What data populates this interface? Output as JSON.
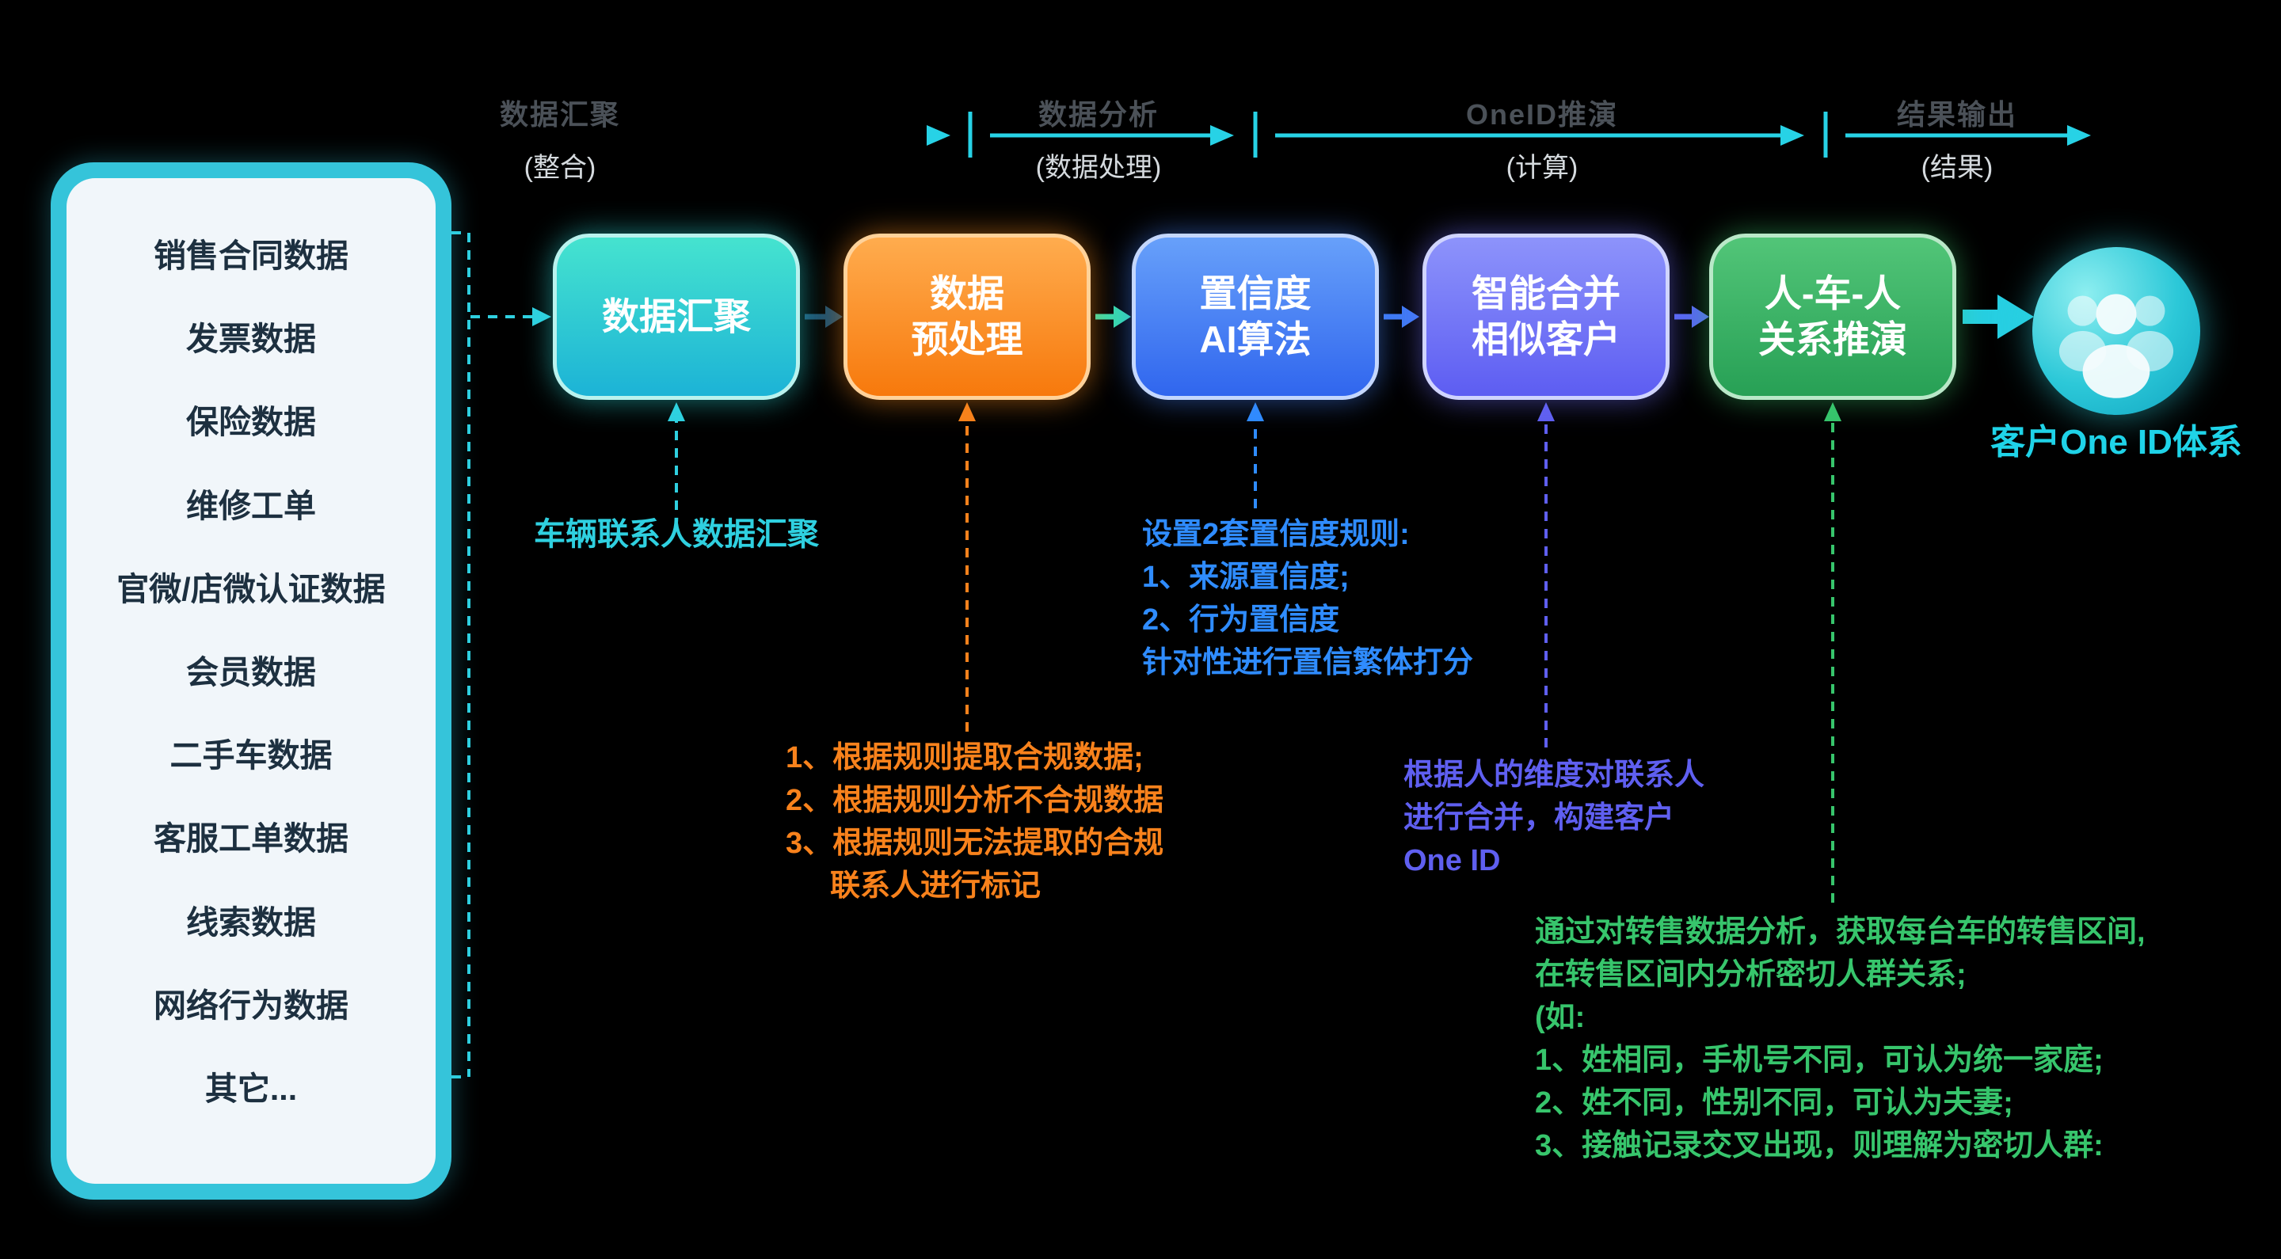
{
  "timeline": {
    "phases": [
      {
        "label": "数据汇聚",
        "sublabel": "(整合)"
      },
      {
        "label": "数据分析",
        "sublabel": "(数据处理)"
      },
      {
        "label": "OneID推演",
        "sublabel": "(计算)"
      },
      {
        "label": "结果输出",
        "sublabel": "(结果)"
      }
    ]
  },
  "left_panel": {
    "items": [
      "销售合同数据",
      "发票数据",
      "保险数据",
      "维修工单",
      "官微/店微认证数据",
      "会员数据",
      "二手车数据",
      "客服工单数据",
      "线索数据",
      "网络行为数据",
      "其它..."
    ]
  },
  "flow": {
    "steps": [
      {
        "line1": "数据汇聚",
        "line2": "",
        "color": "#2bd0d6"
      },
      {
        "line1": "数据",
        "line2": "预处理",
        "color": "#f7790c"
      },
      {
        "line1": "置信度",
        "line2": "AI算法",
        "color": "#3b82f6"
      },
      {
        "line1": "智能合并",
        "line2": "相似客户",
        "color": "#6a6af5"
      },
      {
        "line1": "人-车-人",
        "line2": "关系推演",
        "color": "#34b564"
      }
    ],
    "result": {
      "label": "客户One ID体系",
      "icon": "customer-group-icon",
      "color": "#1fd3e8"
    }
  },
  "annotations": {
    "step1": {
      "color": "#2fd0e0",
      "lines": [
        "车辆联系人数据汇聚"
      ]
    },
    "step2": {
      "color": "#f8821c",
      "lines": [
        "1、根据规则提取合规数据;",
        "2、根据规则分析不合规数据",
        "3、根据规则无法提取的合规",
        "联系人进行标记"
      ]
    },
    "step3": {
      "color": "#2f8cff",
      "lines": [
        "设置2套置信度规则:",
        "1、来源置信度;",
        "2、行为置信度",
        "针对性进行置信繁体打分"
      ]
    },
    "step4": {
      "color": "#5f5ff0",
      "lines": [
        "根据人的维度对联系人",
        "进行合并，构建客户",
        "One ID"
      ]
    },
    "step5": {
      "color": "#37c56c",
      "lines": [
        "通过对转售数据分析，获取每台车的转售区间,",
        "在转售区间内分析密切人群关系;",
        "(如:",
        "1、姓相同，手机号不同，可认为统一家庭;",
        "2、姓不同，性别不同，可认为夫妻;",
        "3、接触记录交叉出现，则理解为密切人群:"
      ]
    }
  },
  "colors": {
    "background": "#000000",
    "timeline_line": "#27d2e6",
    "panel_border": "#35c4da",
    "panel_fill": "#f1f6fa"
  }
}
